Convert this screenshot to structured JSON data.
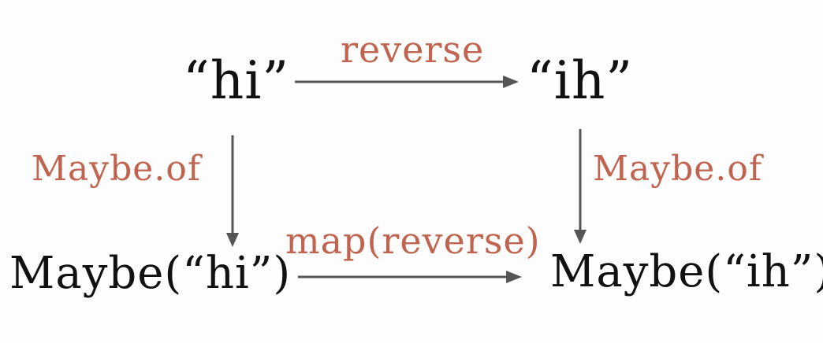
{
  "colors": {
    "node_text": "#111111",
    "label_text": "#c0644f",
    "arrow": "#555555"
  },
  "nodes": {
    "top_left": "“hi”",
    "top_right": "“ih”",
    "bottom_left": "Maybe(“hi”)",
    "bottom_right": "Maybe(“ih”)"
  },
  "edge_labels": {
    "top": "reverse",
    "left": "Maybe.of",
    "right": "Maybe.of",
    "bottom": "map(reverse)"
  }
}
